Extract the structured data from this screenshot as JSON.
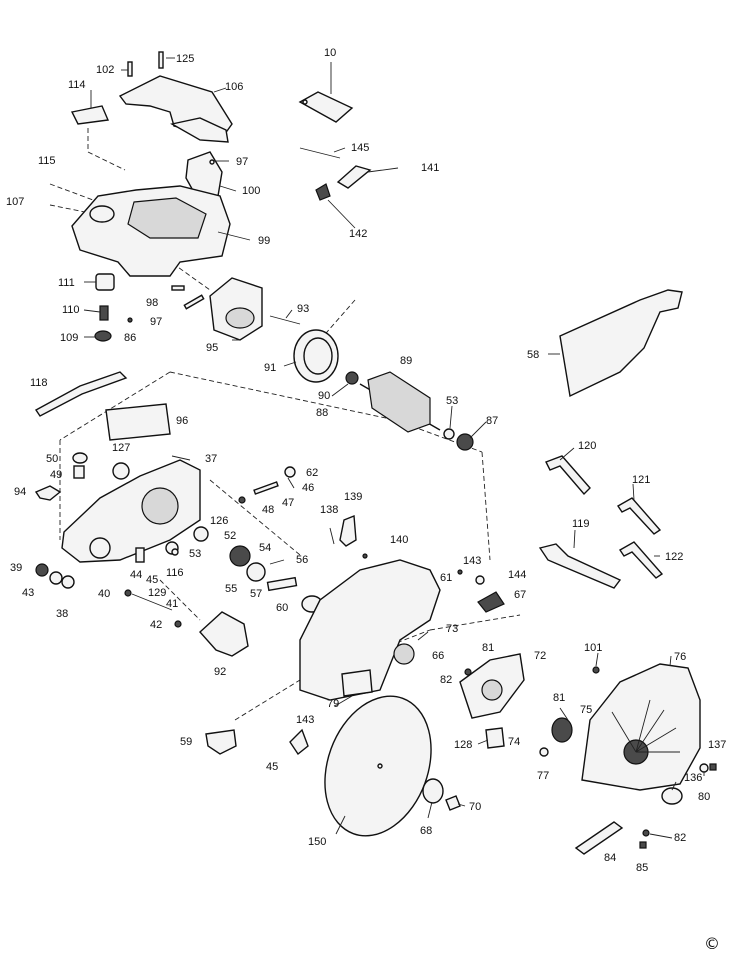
{
  "diagram": {
    "type": "exploded-parts-diagram",
    "copyright": "©",
    "labels": [
      "10",
      "102",
      "125",
      "106",
      "114",
      "115",
      "107",
      "97",
      "100",
      "99",
      "145",
      "141",
      "142",
      "111",
      "110",
      "109",
      "98",
      "97",
      "86",
      "93",
      "95",
      "91",
      "90",
      "88",
      "89",
      "58",
      "53",
      "87",
      "118",
      "96",
      "127",
      "50",
      "49",
      "94",
      "37",
      "62",
      "46",
      "47",
      "48",
      "139",
      "138",
      "140",
      "126",
      "52",
      "53",
      "54",
      "56",
      "55",
      "57",
      "60",
      "61",
      "116",
      "44",
      "45",
      "39",
      "43",
      "38",
      "40",
      "129",
      "41",
      "42",
      "92",
      "143",
      "144",
      "67",
      "73",
      "66",
      "120",
      "121",
      "119",
      "122",
      "81",
      "82",
      "72",
      "101",
      "76",
      "79",
      "128",
      "74",
      "81",
      "75",
      "77",
      "59",
      "143",
      "45",
      "150",
      "68",
      "70",
      "137",
      "136",
      "80",
      "82",
      "84",
      "85"
    ]
  },
  "icons": {
    "copyright": "copyright-symbol-icon"
  }
}
